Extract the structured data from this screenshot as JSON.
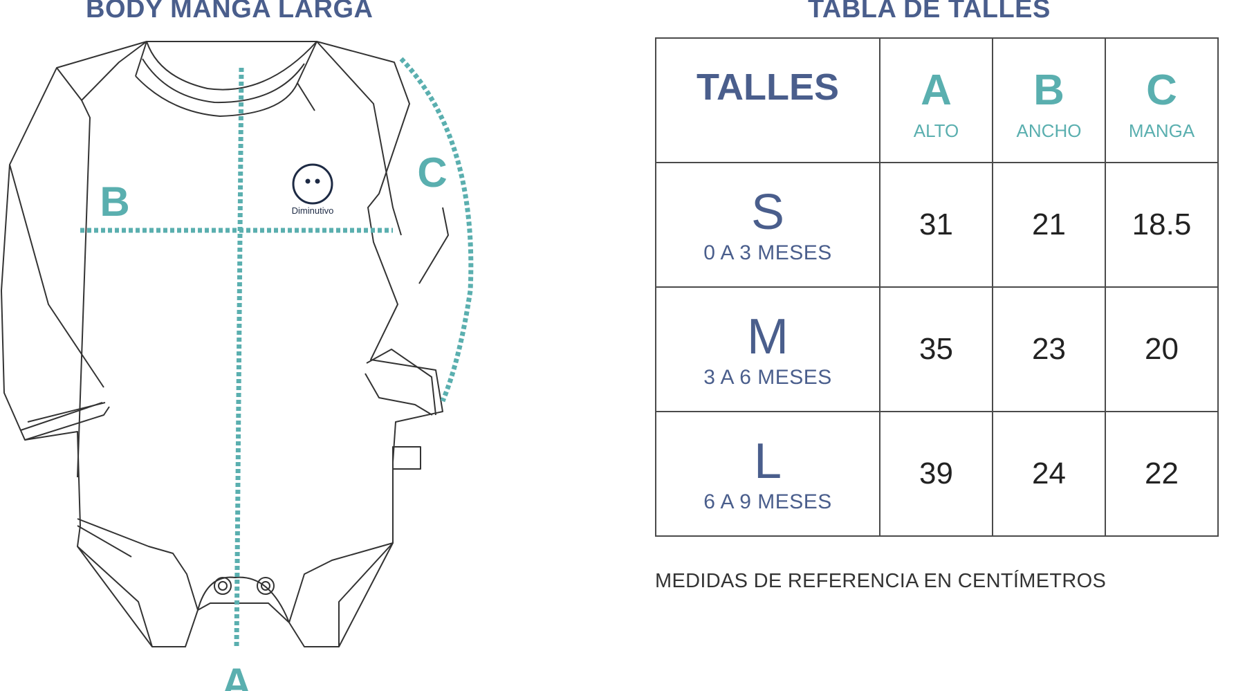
{
  "colors": {
    "title": "#4a5e8c",
    "accent": "#5aafaf",
    "outline": "#333333"
  },
  "diagram": {
    "title": "BODY MANGA LARGA",
    "label_a": "A",
    "label_b": "B",
    "label_c": "C",
    "logo_text": "Diminutivo",
    "logo_icon": "smiley-face-icon"
  },
  "table": {
    "title": "TABLA DE TALLES",
    "header": {
      "sizes_label": "TALLES",
      "columns": [
        {
          "letter": "A",
          "name": "ALTO"
        },
        {
          "letter": "B",
          "name": "ANCHO"
        },
        {
          "letter": "C",
          "name": "MANGA"
        }
      ]
    },
    "rows": [
      {
        "size": "S",
        "range": "0 A 3 MESES",
        "a": "31",
        "b": "21",
        "c": "18.5"
      },
      {
        "size": "M",
        "range": "3 A 6 MESES",
        "a": "35",
        "b": "23",
        "c": "20"
      },
      {
        "size": "L",
        "range": "6 A 9 MESES",
        "a": "39",
        "b": "24",
        "c": "22"
      }
    ],
    "note": "MEDIDAS DE REFERENCIA EN CENTÍMETROS"
  }
}
